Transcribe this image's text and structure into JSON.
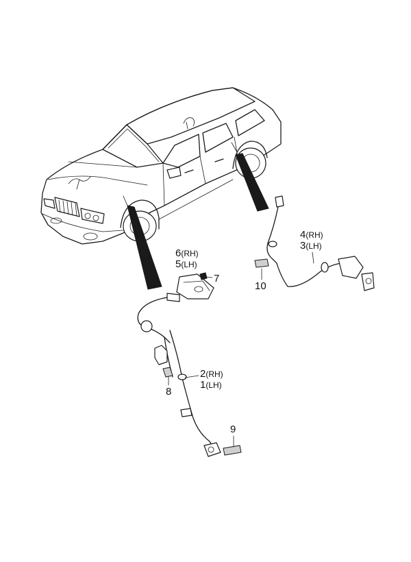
{
  "callouts": [
    {
      "num": "6",
      "side": "(RH)"
    },
    {
      "num": "5",
      "side": "(LH)"
    },
    {
      "num": "7",
      "side": ""
    },
    {
      "num": "4",
      "side": "(RH)"
    },
    {
      "num": "3",
      "side": "(LH)"
    },
    {
      "num": "10",
      "side": ""
    },
    {
      "num": "2",
      "side": "(RH)"
    },
    {
      "num": "1",
      "side": "(LH)"
    },
    {
      "num": "8",
      "side": ""
    },
    {
      "num": "9",
      "side": ""
    }
  ],
  "colors": {
    "ink": "#1a1a1a",
    "background": "#ffffff",
    "shade": "#cfcfcf"
  }
}
